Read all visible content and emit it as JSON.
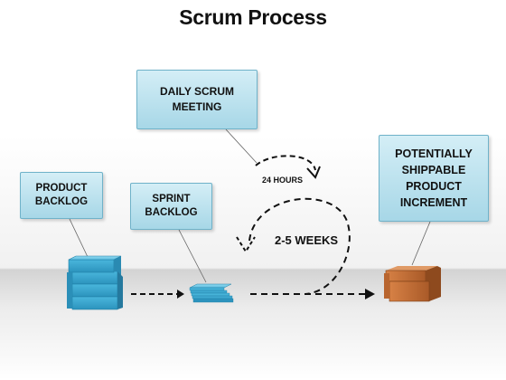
{
  "title": "Scrum Process",
  "boxes": {
    "daily_scrum": "DAILY SCRUM\nMEETING",
    "product_backlog": "PRODUCT\nBACKLOG",
    "sprint_backlog": "SPRINT\nBACKLOG",
    "increment": "POTENTIALLY\nSHIPPABLE\nPRODUCT\nINCREMENT"
  },
  "labels": {
    "daily_cycle": "24 HOURS",
    "sprint_cycle": "2-5 WEEKS"
  },
  "colors": {
    "box_fill": "#a7d7e7",
    "box_border": "#6fb2c9",
    "backlog_stack": "#3aa9cc",
    "increment_stack": "#c0703a"
  }
}
